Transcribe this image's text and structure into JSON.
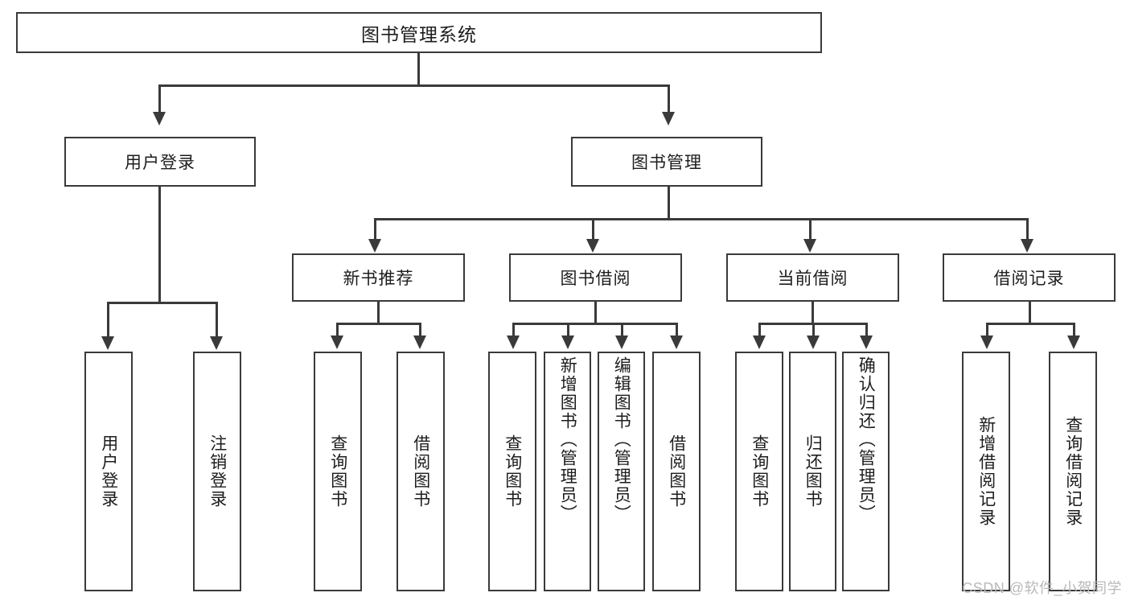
{
  "diagram": {
    "type": "tree-hierarchy",
    "title": "图书管理系统",
    "root": {
      "label": "图书管理系统"
    },
    "level2": [
      {
        "label": "用户登录"
      },
      {
        "label": "图书管理"
      }
    ],
    "level3": [
      {
        "label": "新书推荐"
      },
      {
        "label": "图书借阅"
      },
      {
        "label": "当前借阅"
      },
      {
        "label": "借阅记录"
      }
    ],
    "leaves": {
      "user_login": [
        {
          "label": "用户登录"
        },
        {
          "label": "注销登录"
        }
      ],
      "new_book_recommend": [
        {
          "label": "查询图书"
        },
        {
          "label": "借阅图书"
        }
      ],
      "book_borrow": [
        {
          "label": "查询图书"
        },
        {
          "label": "新增图书（管理员）"
        },
        {
          "label": "编辑图书（管理员）"
        },
        {
          "label": "借阅图书"
        }
      ],
      "current_borrow": [
        {
          "label": "查询图书"
        },
        {
          "label": "归还图书"
        },
        {
          "label": "确认归还（管理员）"
        }
      ],
      "borrow_record": [
        {
          "label": "新增借阅记录"
        },
        {
          "label": "查询借阅记录"
        }
      ]
    }
  },
  "watermark": {
    "text": "CSDN @软件_小贺同学"
  },
  "colors": {
    "stroke": "#3a3a3a",
    "background": "#ffffff",
    "text": "#1d1d1d",
    "watermark": "#b9b9b9"
  }
}
